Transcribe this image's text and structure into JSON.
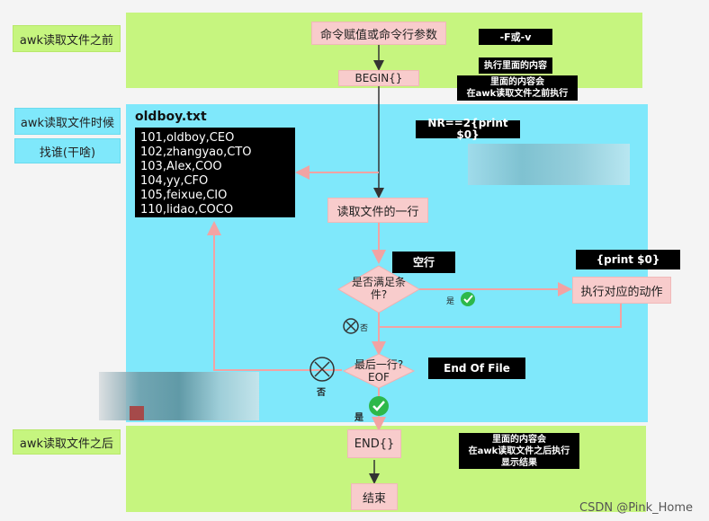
{
  "side_labels": {
    "before": "awk读取文件之前",
    "during": "awk读取文件时候",
    "find": "找谁(干啥)",
    "after": "awk读取文件之后"
  },
  "flow": {
    "params": "命令赋值或命令行参数",
    "begin": "BEGIN{}",
    "read_line": "读取文件的一行",
    "condition_line1": "是否满足条",
    "condition_line2": "件?",
    "action": "执行对应的动作",
    "last_line1": "最后一行?",
    "last_line2": "EOF",
    "end": "END{}",
    "finish": "结束"
  },
  "notes": {
    "fs_v": "-F或-v",
    "exec_inside": "执行里面的内容",
    "before_exec_1": "里面的内容会",
    "before_exec_2": "在awk读取文件之前执行",
    "nr": "NR==2{print $0}",
    "empty": "空行",
    "print0": "{print $0}",
    "eof": "End Of File",
    "after_exec_1": "里面的内容会",
    "after_exec_2": "在awk读取文件之后执行",
    "after_exec_3": "显示结果"
  },
  "labels": {
    "yes": "是",
    "no": "否"
  },
  "file": {
    "name": "oldboy.txt",
    "lines": [
      "101,oldboy,CEO",
      "102,zhangyao,CTO",
      "103,Alex,COO",
      "104,yy,CFO",
      "105,feixue,CIO",
      "110,lidao,COCO"
    ]
  },
  "watermark": "CSDN @Pink_Home",
  "colors": {
    "green_zone": "#c6f57f",
    "cyan_zone": "#7fe8fb",
    "pink_box": "#f8cccc",
    "arrow_pink": "#f2a3a3",
    "arrow_dark": "#333333",
    "check_green": "#2db84a"
  }
}
